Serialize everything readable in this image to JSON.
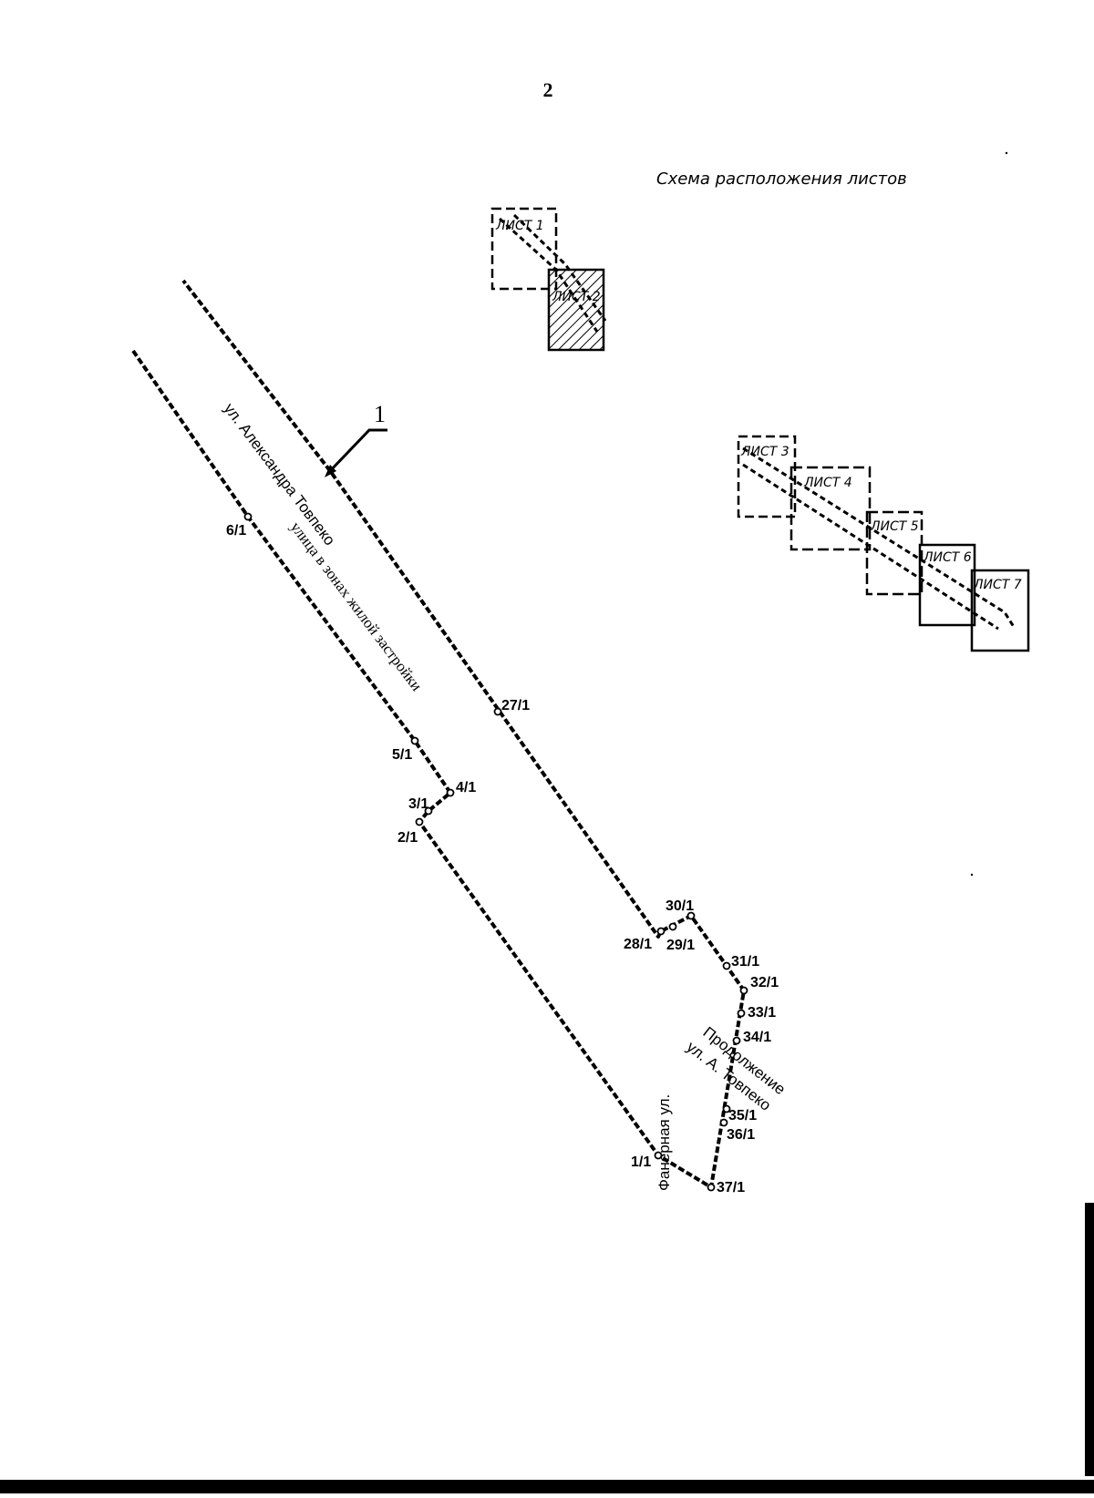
{
  "page": {
    "number": "2"
  },
  "scheme": {
    "title": "Схема расположения листов",
    "sheets": [
      "ЛИСТ 1",
      "ЛИСТ 2",
      "ЛИСТ 3",
      "ЛИСТ 4",
      "ЛИСТ 5",
      "ЛИСТ 6",
      "ЛИСТ 7"
    ]
  },
  "callout": {
    "label": "1"
  },
  "streets": {
    "main_name": "ул. Александра Товпеко",
    "main_type": "улица в зонах жилой застройки",
    "faner": "Фанерная ул.",
    "continuation_line1": "Продолжение",
    "continuation_line2": "ул. А. Товпеко"
  },
  "points": [
    "6/1",
    "27/1",
    "5/1",
    "4/1",
    "3/1",
    "2/1",
    "30/1",
    "28/1",
    "29/1",
    "31/1",
    "32/1",
    "33/1",
    "34/1",
    "35/1",
    "36/1",
    "1/1",
    "37/1"
  ]
}
